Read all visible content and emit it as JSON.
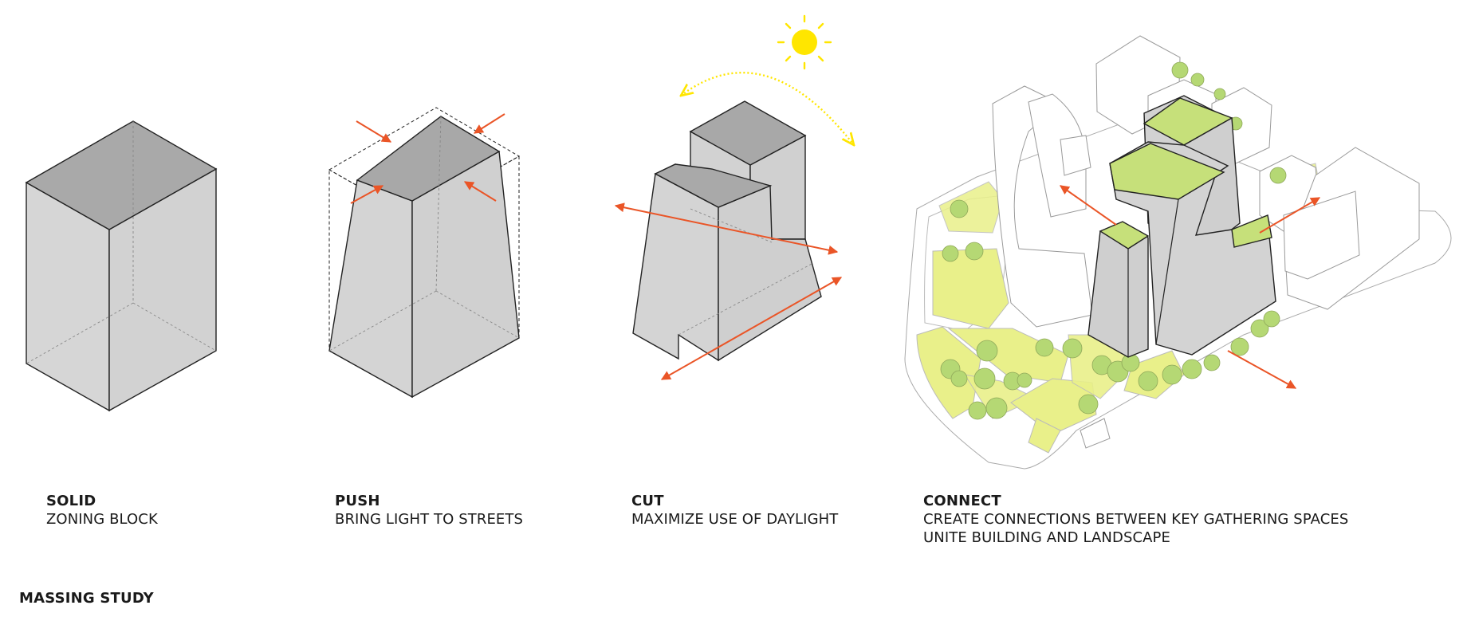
{
  "page": {
    "title": "MASSING STUDY"
  },
  "steps": [
    {
      "title": "SOLID",
      "lines": [
        "ZONING BLOCK"
      ]
    },
    {
      "title": "PUSH",
      "lines": [
        "BRING LIGHT TO STREETS"
      ]
    },
    {
      "title": "CUT",
      "lines": [
        "MAXIMIZE USE OF DAYLIGHT"
      ]
    },
    {
      "title": "CONNECT",
      "lines": [
        "CREATE CONNECTIONS BETWEEN KEY GATHERING SPACES",
        "UNITE BUILDING AND LANDSCAPE"
      ]
    }
  ],
  "colors": {
    "massing_face": "#d4d4d4",
    "massing_top": "#a8a8a8",
    "arrow": "#ea5527",
    "sun": "#ffe600",
    "roof_green": "#c6e07a",
    "landscape_yellow": "#e9f08a",
    "tree_green": "#b5d874",
    "context_line": "#9a9a9a"
  },
  "icons": [
    "sun-icon"
  ]
}
